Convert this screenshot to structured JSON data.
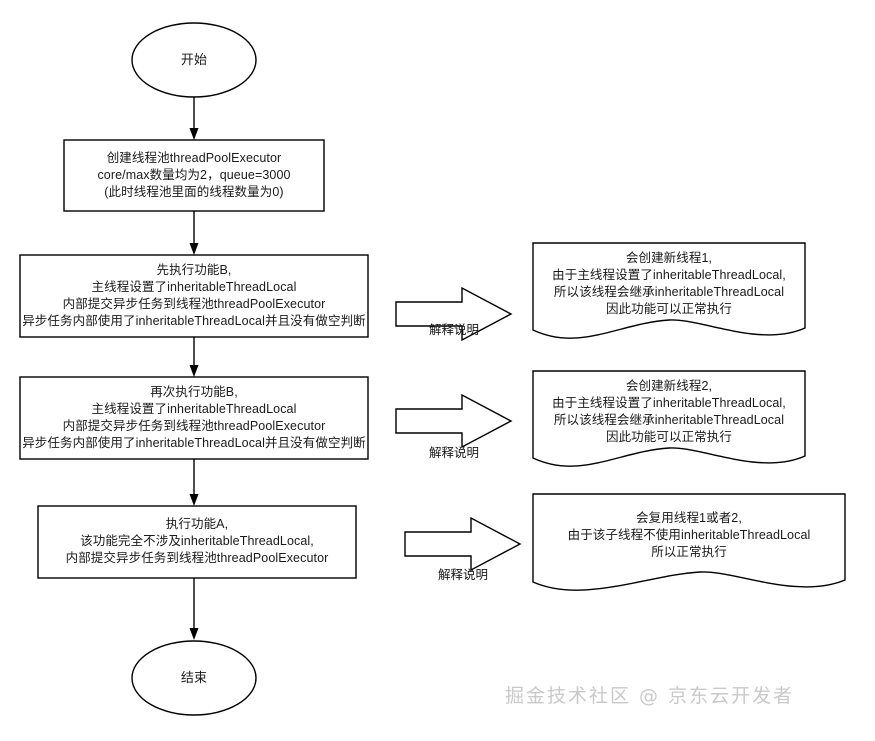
{
  "diagram": {
    "type": "flowchart",
    "title": "inheritableThreadLocal 线程池执行流程图",
    "background_color": "#ffffff",
    "stroke_color": "#000000",
    "text_color": "#1a1a1a",
    "nodes": {
      "start": {
        "shape": "ellipse",
        "label": "开始"
      },
      "create_pool": {
        "shape": "rectangle",
        "label": "创建线程池threadPoolExecutor\ncore/max数量均为2，queue=3000\n(此时线程池里面的线程数量为0)"
      },
      "step_b_first": {
        "shape": "rectangle",
        "label": "先执行功能B,\n主线程设置了inheritableThreadLocal\n内部提交异步任务到线程池threadPoolExecutor\n异步任务内部使用了inheritableThreadLocal并且没有做空判断"
      },
      "step_b_second": {
        "shape": "rectangle",
        "label": "再次执行功能B,\n主线程设置了inheritableThreadLocal\n内部提交异步任务到线程池threadPoolExecutor\n异步任务内部使用了inheritableThreadLocal并且没有做空判断"
      },
      "step_a": {
        "shape": "rectangle",
        "label": "执行功能A,\n该功能完全不涉及inheritableThreadLocal,\n内部提交异步任务到线程池threadPoolExecutor"
      },
      "end": {
        "shape": "ellipse",
        "label": "结束"
      }
    },
    "notes": [
      {
        "id": "note-1",
        "shape": "document-wave",
        "label": "会创建新线程1,\n由于主线程设置了inheritableThreadLocal,\n所以该线程会继承inheritableThreadLocal\n因此功能可以正常执行"
      },
      {
        "id": "note-2",
        "shape": "document-wave",
        "label": "会创建新线程2,\n由于主线程设置了inheritableThreadLocal,\n所以该线程会继承inheritableThreadLocal\n因此功能可以正常执行"
      },
      {
        "id": "note-3",
        "shape": "document-wave",
        "label": "会复用线程1或者2,\n由于该子线程不使用inheritableThreadLocal\n所以正常执行"
      }
    ],
    "block_arrows": [
      {
        "id": "block-arrow-1",
        "label": "解释说明"
      },
      {
        "id": "block-arrow-2",
        "label": "解释说明"
      },
      {
        "id": "block-arrow-3",
        "label": "解释说明"
      }
    ],
    "watermark": "掘金技术社区 @ 京东云开发者"
  }
}
